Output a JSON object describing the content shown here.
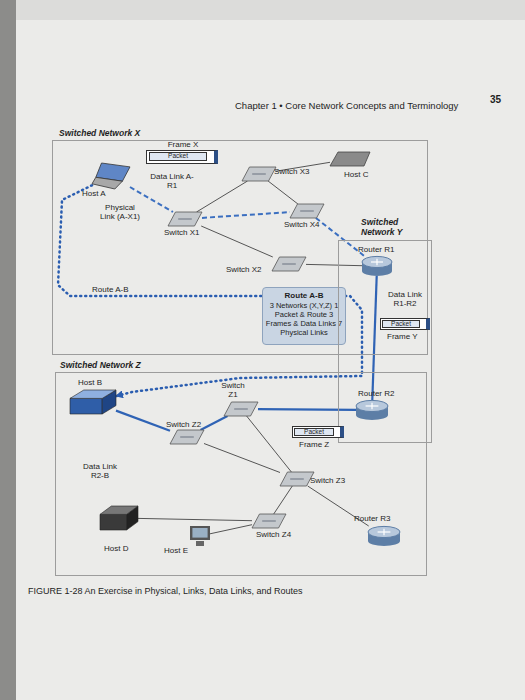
{
  "diagram": {
    "caption": "FIGURE 1-28 An Exercise in Physical, Links, Data Links, and Routes",
    "nodes": [
      {
        "text": [
          "Switched Network X"
        ]
      },
      {
        "text": [
          "Frame X"
        ],
        "in": 0
      },
      {
        "text": [
          "Packet"
        ],
        "in": 1
      },
      {
        "text": [
          "Switch X3"
        ],
        "in": 0
      },
      {
        "text": [
          "Host C"
        ],
        "in": 0
      },
      {
        "text": [
          "Host A"
        ],
        "in": 0
      },
      {
        "text": [
          "Switch X1"
        ],
        "in": 0
      },
      {
        "text": [
          "Switch X4"
        ],
        "in": 0
      },
      {
        "text": [
          "Switched Network Y"
        ]
      },
      {
        "text": [
          "Router R1"
        ],
        "in": 8
      },
      {
        "text": [
          "Switch X2"
        ],
        "in": 0
      },
      {
        "text": [
          "Frame Y"
        ],
        "in": 8
      },
      {
        "text": [
          "Packet"
        ],
        "in": 11
      },
      {
        "text": [
          "Route A-B",
          "3 Networks (X,Y,Z) 1 Packet & Route 3 Frames & Data Links 7 Physical Links"
        ],
        "in": 0
      },
      {
        "text": [
          "Switched Network Z"
        ]
      },
      {
        "text": [
          "Host B"
        ],
        "in": 14
      },
      {
        "text": [
          "Switch Z1"
        ],
        "in": 14
      },
      {
        "text": [
          "Router R2"
        ],
        "in": 8
      },
      {
        "text": [
          "Frame Z"
        ],
        "in": 14
      },
      {
        "text": [
          "Packet"
        ],
        "in": 18
      },
      {
        "text": [
          "Switch Z2"
        ],
        "in": 14
      },
      {
        "text": [
          "Switch Z3"
        ],
        "in": 14
      },
      {
        "text": [
          "Router R3"
        ],
        "in": 14
      },
      {
        "text": [
          "Switch Z4"
        ],
        "in": 14
      },
      {
        "text": [
          "Host D"
        ],
        "in": 14
      },
      {
        "text": [
          "Host E"
        ],
        "in": 14
      }
    ],
    "edges": [
      {
        "from": 5,
        "to": 6,
        "arrow": "none"
      },
      {
        "from": 6,
        "to": 3,
        "arrow": "none"
      },
      {
        "from": 3,
        "to": 4,
        "arrow": "none"
      },
      {
        "from": 3,
        "to": 7,
        "arrow": "none"
      },
      {
        "from": 6,
        "to": 7,
        "arrow": "none"
      },
      {
        "from": 7,
        "to": 9,
        "arrow": "none"
      },
      {
        "from": 6,
        "to": 10,
        "arrow": "none"
      },
      {
        "from": 10,
        "to": 9,
        "arrow": "none"
      },
      {
        "from": 9,
        "to": 17,
        "arrow": "none"
      },
      {
        "from": 17,
        "to": 16,
        "arrow": "none"
      },
      {
        "from": 16,
        "to": 20,
        "arrow": "none"
      },
      {
        "from": 20,
        "to": 15,
        "arrow": "none"
      },
      {
        "from": 16,
        "to": 21,
        "arrow": "none"
      },
      {
        "from": 21,
        "to": 22,
        "arrow": "none"
      },
      {
        "from": 21,
        "to": 23,
        "arrow": "none"
      },
      {
        "from": 23,
        "to": 24,
        "arrow": "none"
      },
      {
        "from": 23,
        "to": 25,
        "arrow": "none"
      },
      {
        "from": 20,
        "to": 21,
        "arrow": "none"
      },
      {
        "from": 5,
        "to": 15,
        "arrow": "to"
      }
    ],
    "labels": [
      "Chapter 1 • Core Network Concepts and Terminology",
      "35",
      "Data Link A-R1",
      "Physical Link (A-X1)",
      "Route A-B",
      "Data Link R1-R2",
      "Data Link R2-B"
    ]
  }
}
